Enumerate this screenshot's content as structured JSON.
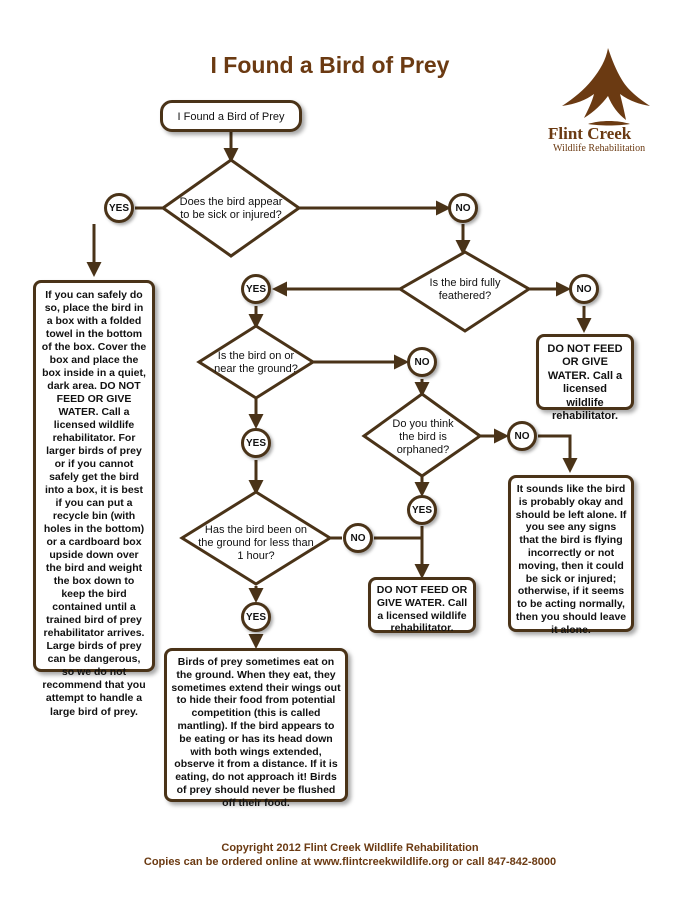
{
  "title": "I Found a Bird of Prey",
  "logo": {
    "name": "Flint Creek",
    "subtitle": "Wildlife Rehabilitation",
    "icon": "bird-of-prey-icon"
  },
  "start": "I Found a Bird of Prey",
  "q1": {
    "text": "Does the bird appear to be sick or injured?"
  },
  "q2": {
    "text": "Is the bird fully feathered?"
  },
  "q3": {
    "text": "Is the bird on or near the ground?"
  },
  "q4": {
    "text": "Do you think the bird is orphaned?"
  },
  "q5": {
    "text": "Has the bird been on the ground for less than 1 hour?"
  },
  "labels": {
    "yes": "YES",
    "no": "NO"
  },
  "left_box": {
    "intro": "If you can safely do so, place the bird in a box with a folded towel in the bottom of the box. Cover the box and place the box inside in a quiet, dark area.",
    "bold": "DO NOT FEED OR GIVE WATER. Call a licensed wildlife rehabilitator.",
    "rest": "For larger birds of prey or if you cannot safely get the bird into a box, it is best if you can put a recycle bin (with holes in the bottom) or a cardboard box upside down over the bird and weight the box down to keep the bird contained until a trained bird of prey rehabilitator arrives. Large birds of prey can be dangerous, so we do not recommend that you attempt to handle a large bird of prey."
  },
  "not_feathered_box": {
    "bold": "DO NOT FEED OR GIVE",
    "rest": "WATER. Call a licensed wildlife rehabilitator."
  },
  "orphaned_box": {
    "bold": "DO NOT FEED OR GIVE WATER.",
    "rest": "Call a licensed wildlife rehabilitator."
  },
  "okay_box": {
    "text": "It sounds like the bird is probably okay and should be left alone. If you see any signs that the bird is flying incorrectly or not moving, then it could be sick or injured; otherwise, if it seems to be acting normally, then you should leave it alone."
  },
  "mantling_box": {
    "text": "Birds of prey sometimes eat on the ground. When they eat, they sometimes extend their wings out to hide their food from potential competition (this is called mantling). If the bird appears to be eating or has its head down with both wings extended, observe it from a distance. If it is eating, do not approach it! Birds of prey should never be flushed off their food."
  },
  "footer": {
    "line1": "Copyright 2012 Flint Creek Wildlife Rehabilitation",
    "line2": "Copies can be ordered online at www.flintcreekwildlife.org or call 847-842-8000"
  },
  "colors": {
    "brand": "#6b3a12",
    "stroke": "#4a3318"
  }
}
